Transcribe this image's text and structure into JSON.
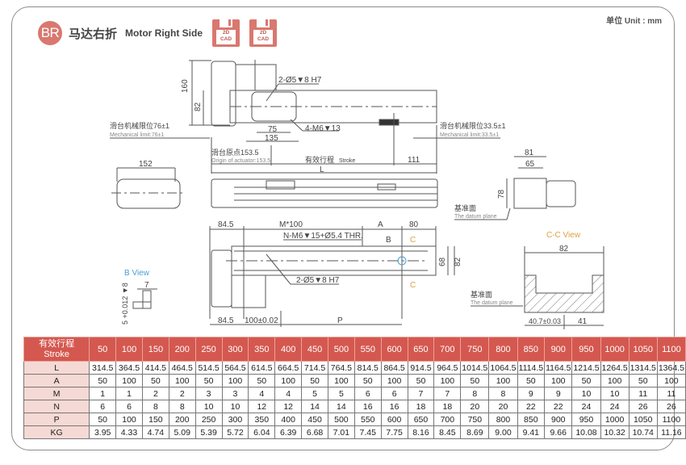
{
  "header": {
    "badge": "BR",
    "title_cn": "马达右折",
    "title_en": "Motor Right Side",
    "cad_buttons": [
      {
        "line1": "2D",
        "line2": "CAD"
      },
      {
        "line1": "2D",
        "line2": "CAD"
      }
    ],
    "unit": "单位 Unit : mm"
  },
  "colors": {
    "accent": "#d4584f",
    "badge": "#d9786f",
    "row_header_bg": "#f5d9d4",
    "view_label_blue": "#4a9fd4",
    "view_label_orange": "#e0a040"
  },
  "drawing": {
    "top_view": {
      "dim_160": "160",
      "dim_82": "82",
      "hole_note_1": "2-Ø5▼8 H7",
      "hole_note_2": "4-M6▼13",
      "dim_75": "75",
      "dim_135": "135",
      "limit_left_cn": "滑台机械限位76±1",
      "limit_left_en": "Mechanical limit:76±1",
      "limit_right_cn": "滑台机械限位33.5±1",
      "limit_right_en": "Mechanical limit:33.5±1",
      "origin_cn": "滑台原点153.5",
      "origin_en": "Origin of actuator:153.5",
      "stroke_cn": "有效行程",
      "stroke_en": "Stroke",
      "dim_111": "111",
      "dim_L": "L"
    },
    "end_view": {
      "dim_152": "152"
    },
    "side_end_view": {
      "dim_81": "81",
      "dim_65": "65",
      "dim_78": "78",
      "datum_cn": "基准面",
      "datum_en": "The datum plane"
    },
    "bottom_view": {
      "dim_84_5_top": "84.5",
      "dim_M100": "M*100",
      "dim_A": "A",
      "dim_80": "80",
      "hole_note_N": "N-M6▼15+Ø5.4 THR.",
      "hole_note_2": "2-Ø5▼8 H7",
      "label_B": "B",
      "label_C_top": "C",
      "label_C_bottom": "C",
      "dim_68": "68",
      "dim_82": "82",
      "dim_84_5_bottom": "84.5",
      "dim_100": "100±0.02",
      "dim_P": "P"
    },
    "b_view": {
      "title": "B View",
      "dim_7": "7",
      "dim_hole": "5 +0.012 ▼8",
      "dim_hole_tol": "0"
    },
    "cc_view": {
      "title": "C-C View",
      "dim_82": "82",
      "dim_40_7": "40.7±0.03",
      "dim_41": "41",
      "datum_cn": "基准面",
      "datum_en": "The datum plane"
    }
  },
  "table": {
    "header_cn": "有效行程",
    "header_en": "Stroke",
    "strokes": [
      "50",
      "100",
      "150",
      "200",
      "250",
      "300",
      "350",
      "400",
      "450",
      "500",
      "550",
      "600",
      "650",
      "700",
      "750",
      "800",
      "850",
      "900",
      "950",
      "1000",
      "1050",
      "1100"
    ],
    "rows": [
      {
        "label": "L",
        "values": [
          "314.5",
          "364.5",
          "414.5",
          "464.5",
          "514.5",
          "564.5",
          "614.5",
          "664.5",
          "714.5",
          "764.5",
          "814.5",
          "864.5",
          "914.5",
          "964.5",
          "1014.5",
          "1064.5",
          "1114.5",
          "1164.5",
          "1214.5",
          "1264.5",
          "1314.5",
          "1364.5"
        ]
      },
      {
        "label": "A",
        "values": [
          "50",
          "100",
          "50",
          "100",
          "50",
          "100",
          "50",
          "100",
          "50",
          "100",
          "50",
          "100",
          "50",
          "100",
          "50",
          "100",
          "50",
          "100",
          "50",
          "100",
          "50",
          "100"
        ]
      },
      {
        "label": "M",
        "values": [
          "1",
          "1",
          "2",
          "2",
          "3",
          "3",
          "4",
          "4",
          "5",
          "5",
          "6",
          "6",
          "7",
          "7",
          "8",
          "8",
          "9",
          "9",
          "10",
          "10",
          "11",
          "11"
        ]
      },
      {
        "label": "N",
        "values": [
          "6",
          "6",
          "8",
          "8",
          "10",
          "10",
          "12",
          "12",
          "14",
          "14",
          "16",
          "16",
          "18",
          "18",
          "20",
          "20",
          "22",
          "22",
          "24",
          "24",
          "26",
          "26"
        ]
      },
      {
        "label": "P",
        "values": [
          "50",
          "100",
          "150",
          "200",
          "250",
          "300",
          "350",
          "400",
          "450",
          "500",
          "550",
          "600",
          "650",
          "700",
          "750",
          "800",
          "850",
          "900",
          "950",
          "1000",
          "1050",
          "1100"
        ]
      },
      {
        "label": "KG",
        "values": [
          "3.95",
          "4.33",
          "4.74",
          "5.09",
          "5.39",
          "5.72",
          "6.04",
          "6.39",
          "6.68",
          "7.01",
          "7.45",
          "7.75",
          "8.16",
          "8.45",
          "8.69",
          "9.00",
          "9.41",
          "9.66",
          "10.08",
          "10.32",
          "10.74",
          "11.16"
        ]
      }
    ]
  }
}
